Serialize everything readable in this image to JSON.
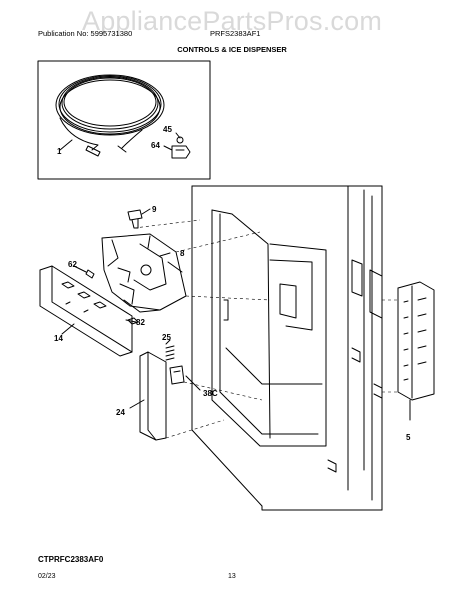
{
  "watermark": "AppliancePartsPros.com",
  "header": {
    "publication": "Publication No: 5995731380",
    "model": "PRFS2383AF1",
    "section_title": "CONTROLS & ICE DISPENSER"
  },
  "callouts": {
    "p1": "1",
    "p45": "45",
    "p64": "64",
    "p9": "9",
    "p8": "8",
    "p62": "62",
    "p82": "82",
    "p14": "14",
    "p25": "25",
    "p38c": "38C",
    "p24": "24",
    "p5": "5"
  },
  "diagram_code": "CTPRFC2383AF0",
  "footer": {
    "date": "02/23",
    "page": "13"
  }
}
